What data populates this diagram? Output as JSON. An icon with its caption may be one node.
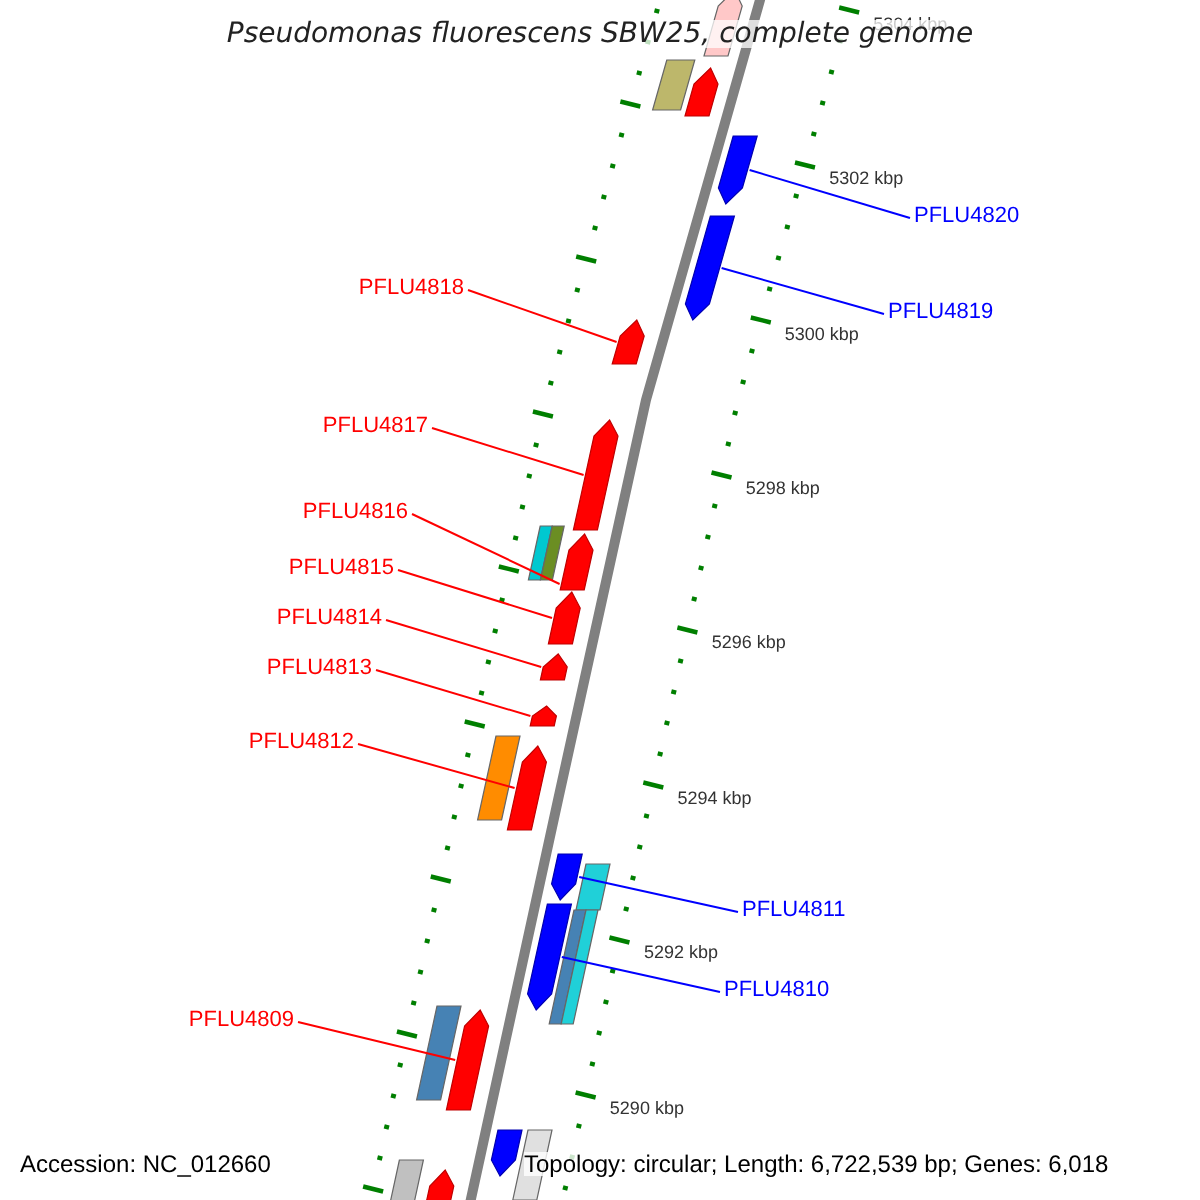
{
  "diagram": {
    "title": "Pseudomonas fluorescens SBW25, complete genome",
    "nodes": [
      {
        "text": [
          "PFLU4820"
        ]
      },
      {
        "text": [
          "PFLU4818"
        ]
      },
      {
        "text": [
          "PFLU4819"
        ]
      },
      {
        "text": [
          "PFLU4817"
        ]
      },
      {
        "text": [
          "PFLU4816"
        ]
      },
      {
        "text": [
          "PFLU4815"
        ]
      },
      {
        "text": [
          "PFLU4814"
        ]
      },
      {
        "text": [
          "PFLU4813"
        ]
      },
      {
        "text": [
          "PFLU4812"
        ]
      },
      {
        "text": [
          "PFLU4811"
        ]
      },
      {
        "text": [
          "PFLU4810"
        ]
      },
      {
        "text": [
          "PFLU4809"
        ]
      },
      {
        "text": [],
        "shape": "pentagon"
      },
      {
        "text": [],
        "shape": "pentagon"
      },
      {
        "text": [],
        "shape": "pentagon"
      },
      {
        "text": [],
        "shape": "pentagon"
      },
      {
        "text": [],
        "shape": "pentagon"
      },
      {
        "text": [],
        "shape": "pentagon"
      },
      {
        "text": [],
        "shape": "pentagon"
      },
      {
        "text": [],
        "shape": "pentagon"
      },
      {
        "text": [],
        "shape": "pentagon"
      },
      {
        "text": [],
        "shape": "pentagon"
      },
      {
        "text": [],
        "shape": "pentagon"
      },
      {
        "text": [],
        "shape": "pentagon"
      },
      {
        "text": [],
        "shape": "pentagon"
      },
      {
        "text": [],
        "shape": "pentagon"
      },
      {
        "text": [],
        "shape": "pentagon"
      },
      {
        "text": [],
        "shape": "pentagon"
      }
    ],
    "edges": [
      {
        "from": 0,
        "to": 12,
        "arrow": "none",
        "color": "#0000ff"
      },
      {
        "from": 1,
        "to": 14,
        "arrow": "none"
      },
      {
        "from": 2,
        "to": 13,
        "arrow": "none",
        "color": "#0000ff"
      },
      {
        "from": 3,
        "to": 15,
        "arrow": "none"
      },
      {
        "from": 4,
        "to": 16,
        "arrow": "none"
      },
      {
        "from": 5,
        "to": 17,
        "arrow": "none"
      },
      {
        "from": 6,
        "to": 18,
        "arrow": "none"
      },
      {
        "from": 7,
        "to": 19,
        "arrow": "none"
      },
      {
        "from": 8,
        "to": 20,
        "arrow": "none"
      },
      {
        "from": 9,
        "to": 21,
        "arrow": "none",
        "color": "#0000ff"
      },
      {
        "from": 10,
        "to": 22,
        "arrow": "none",
        "color": "#0000ff"
      },
      {
        "from": 11,
        "to": 23,
        "arrow": "none"
      }
    ],
    "labels": [
      "5304 kbp",
      "5302 kbp",
      "5300 kbp",
      "5298 kbp",
      "5296 kbp",
      "5294 kbp",
      "5292 kbp",
      "5290 kbp",
      "Accession: NC_012660",
      "Topology: circular; Length: 6,722,539 bp; Genes: 6,018"
    ]
  }
}
